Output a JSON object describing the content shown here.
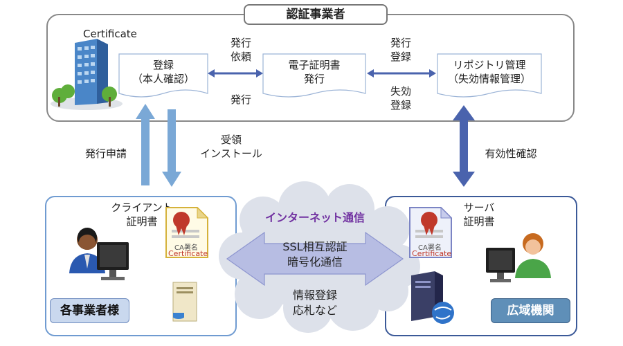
{
  "ca": {
    "title": "認証事業者",
    "certificate_label": "Certificate",
    "registration": "登録\n（本人確認）",
    "issuance": "電子証明書\n発行",
    "repository": "リポジトリ管理\n（失効情報管理）",
    "issue_request": "発行\n依頼",
    "issue": "発行",
    "issue_register": "発行\n登録",
    "revoke_register": "失効\n登録"
  },
  "flows": {
    "issue_application": "発行申請",
    "receive_install": "受領\nインストール",
    "validity_check": "有効性確認"
  },
  "client": {
    "title": "クライアント\n証明書",
    "cert_ca_sign": "CA署名",
    "cert_word": "Certificate",
    "org": "各事業者様"
  },
  "server": {
    "title": "サーバ\n証明書",
    "cert_ca_sign": "CA署名",
    "cert_word": "Certificate",
    "org": "広域機関"
  },
  "internet": {
    "title": "インターネット通信",
    "ssl": "SSL相互認証\n暗号化通信",
    "info": "情報登録\n応札など"
  },
  "colors": {
    "flow_arrow": "#7aa8d6",
    "validity_arrow": "#4a63ad",
    "internet_text": "#7030a0",
    "cloud": "#d9dde6"
  }
}
